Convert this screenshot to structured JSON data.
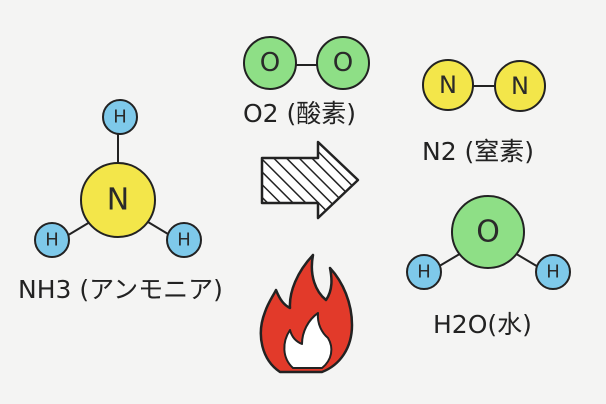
{
  "colors": {
    "hydrogen": "#7ec9ea",
    "nitrogen": "#f3e64a",
    "oxygen": "#8edf86",
    "outline": "#222222",
    "flame_red": "#e23a2a",
    "background": "#f4f4f3"
  },
  "ammonia": {
    "center_atom": "N",
    "h_atoms": [
      "H",
      "H",
      "H"
    ],
    "caption": "NH3 (アンモニア)"
  },
  "oxygen": {
    "atoms": [
      "O",
      "O"
    ],
    "caption": "O2 (酸素)"
  },
  "nitrogen": {
    "atoms": [
      "N",
      "N"
    ],
    "caption": "N2 (窒素)"
  },
  "water": {
    "center_atom": "O",
    "h_atoms": [
      "H",
      "H"
    ],
    "caption": "H2O(水)"
  },
  "icons": {
    "arrow": "hatched-right-arrow-icon",
    "flame": "flame-icon"
  }
}
